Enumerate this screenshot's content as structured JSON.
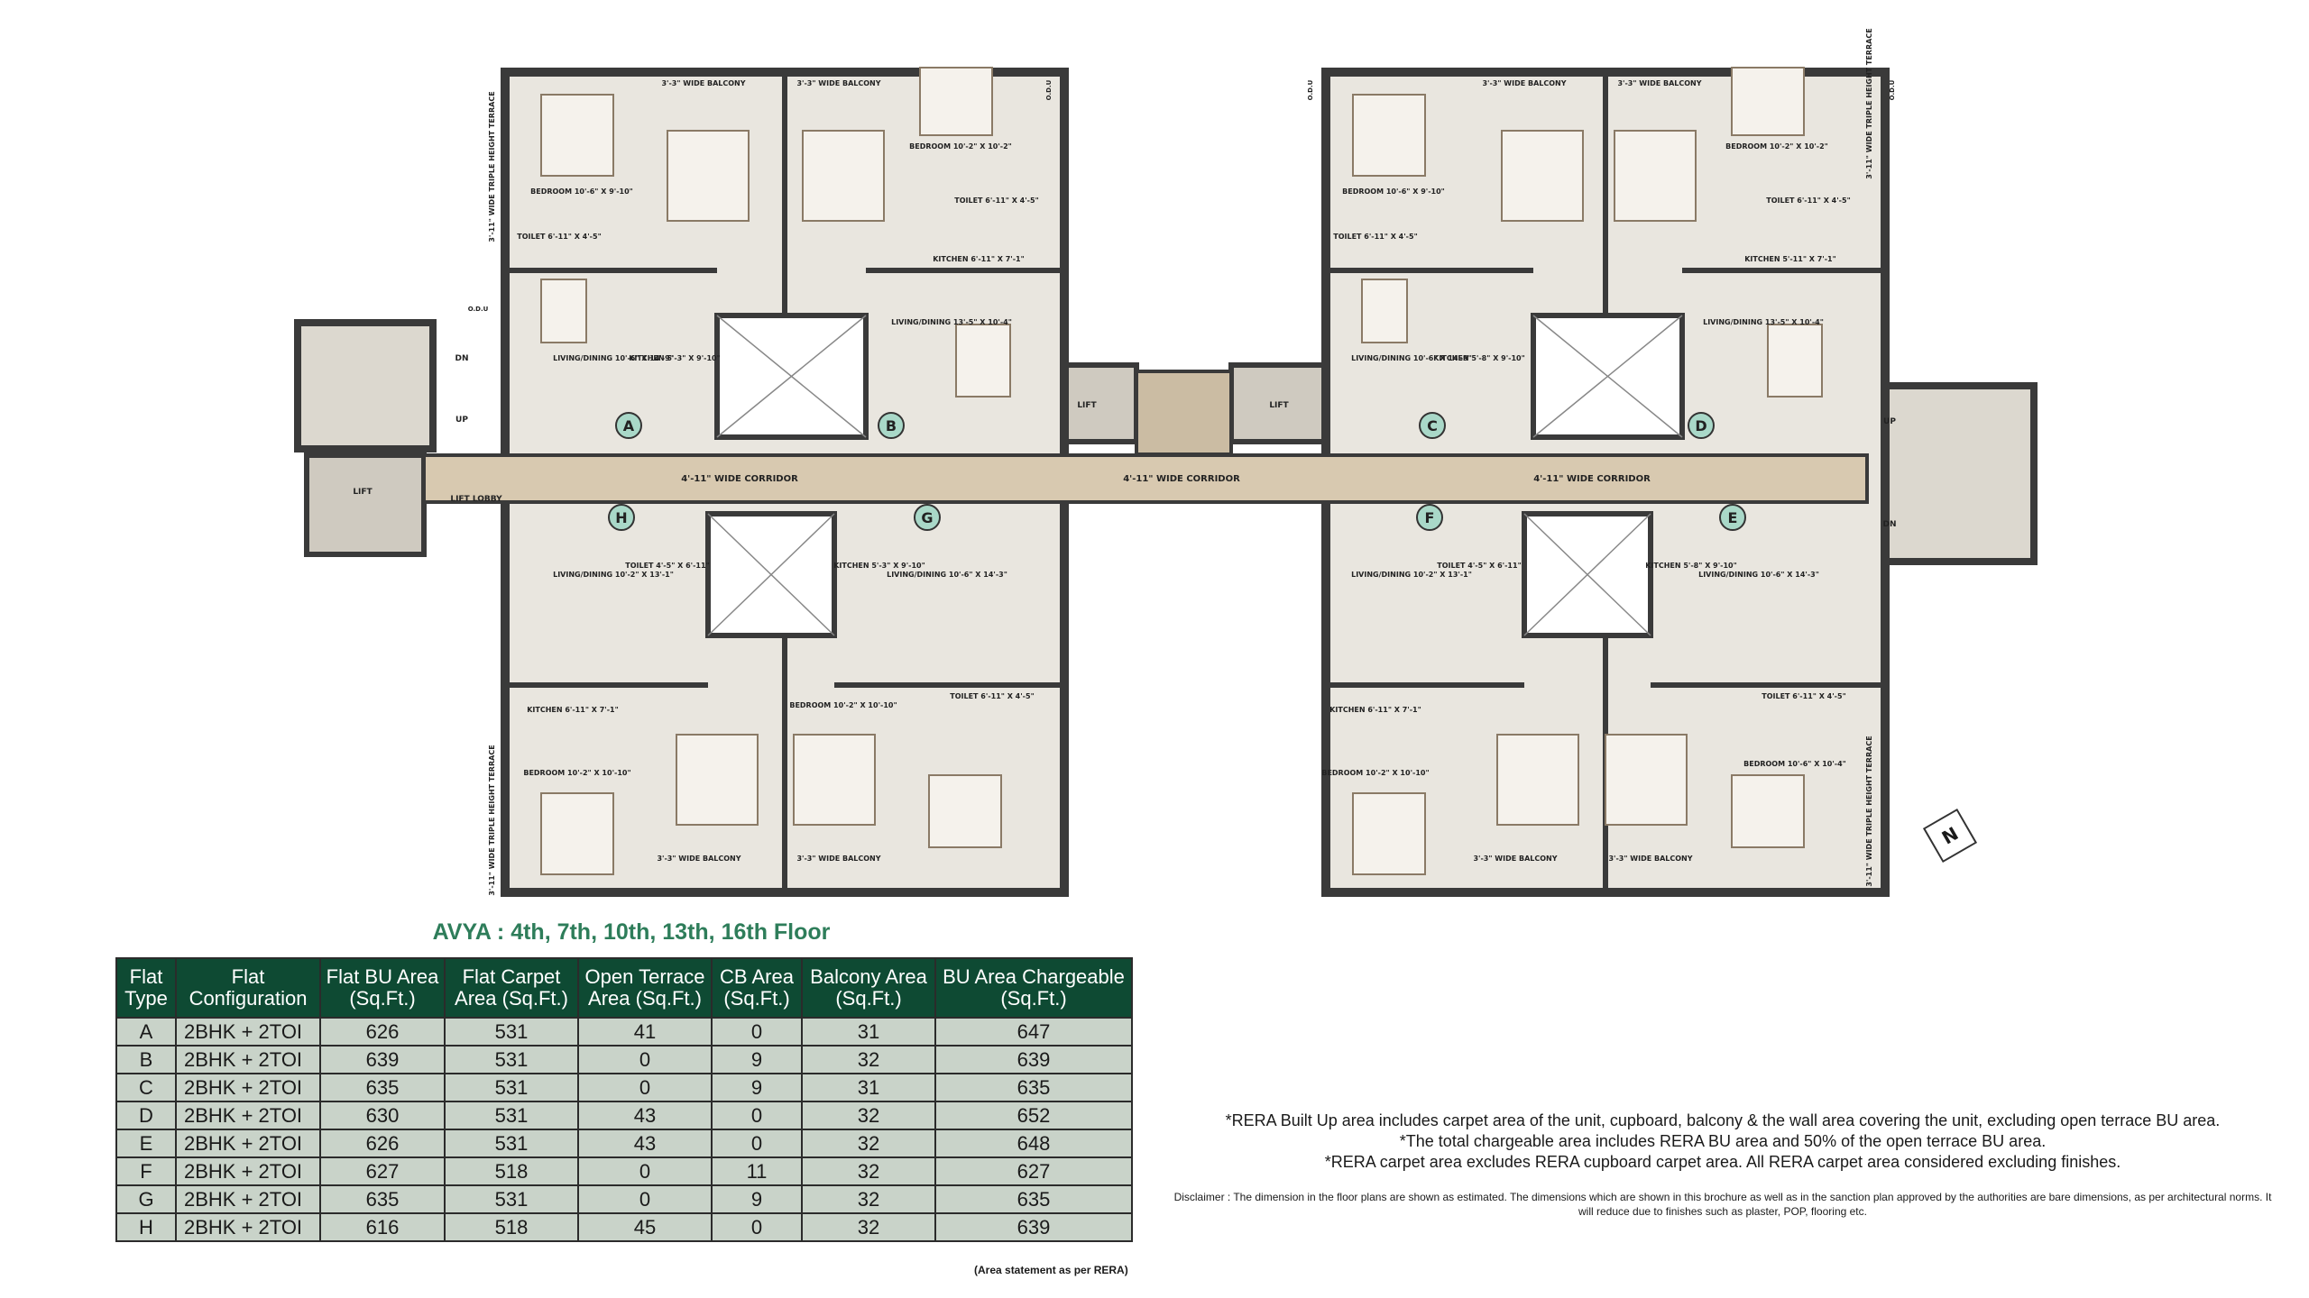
{
  "plan": {
    "corridors": {
      "left": "4'-11\" WIDE CORRIDOR",
      "center": "4'-11\" WIDE CORRIDOR",
      "right": "4'-11\" WIDE CORRIDOR"
    },
    "lift_label": "LIFT",
    "lift_lobby_label": "LIFT LOBBY",
    "stair_up": "UP",
    "stair_dn": "DN",
    "odu": "O.D.U",
    "terrace": "3'-11\" WIDE TRIPLE HEIGHT TERRACE",
    "balcony": "3'-3\" WIDE BALCONY",
    "units": [
      {
        "id": "A",
        "bedroom": "BEDROOM 10'-6\" X 9'-10\"",
        "living": "LIVING/DINING 10'-6\" X 14'-9\"",
        "kitchen": "KITCHEN 5'-3\" X 9'-10\"",
        "toilet": "TOILET 6'-11\" X 4'-5\""
      },
      {
        "id": "B",
        "bedroom": "BEDROOM 10'-2\" X 10'-2\"",
        "living": "LIVING/DINING 13'-5\" X 10'-4\"",
        "kitchen": "KITCHEN 6'-11\" X 7'-1\"",
        "toilet": "TOILET 6'-11\" X 4'-5\""
      },
      {
        "id": "C",
        "bedroom": "BEDROOM 10'-6\" X 9'-10\"",
        "living": "LIVING/DINING 10'-6\" X 14'-9\"",
        "kitchen": "KITCHEN 5'-8\" X 9'-10\"",
        "toilet": "TOILET 6'-11\" X 4'-5\""
      },
      {
        "id": "D",
        "bedroom": "BEDROOM 10'-2\" X 10'-2\"",
        "living": "LIVING/DINING 13'-5\" X 10'-4\"",
        "kitchen": "KITCHEN 5'-11\" X 7'-1\"",
        "toilet": "TOILET 6'-11\" X 4'-5\""
      },
      {
        "id": "E",
        "bedroom": "BEDROOM 10'-6\" X 10'-4\"",
        "living": "LIVING/DINING 10'-6\" X 14'-3\"",
        "kitchen": "KITCHEN 5'-8\" X 9'-10\"",
        "toilet": "TOILET 6'-11\" X 4'-5\""
      },
      {
        "id": "F",
        "bedroom": "BEDROOM 10'-2\" X 10'-10\"",
        "living": "LIVING/DINING 10'-2\" X 13'-1\"",
        "kitchen": "KITCHEN 6'-11\" X 7'-1\"",
        "toilet": "TOILET 4'-5\" X 6'-11\""
      },
      {
        "id": "G",
        "bedroom": "BEDROOM 10'-2\" X 10'-10\"",
        "living": "LIVING/DINING 10'-6\" X 14'-3\"",
        "kitchen": "KITCHEN 5'-3\" X 9'-10\"",
        "toilet": "TOILET 6'-11\" X 4'-5\""
      },
      {
        "id": "H",
        "bedroom": "BEDROOM 10'-2\" X 10'-10\"",
        "living": "LIVING/DINING 10'-2\" X 13'-1\"",
        "kitchen": "KITCHEN 6'-11\" X 7'-1\"",
        "toilet": "TOILET 4'-5\" X 6'-11\""
      }
    ],
    "north": "N"
  },
  "floor_title": "AVYA : 4th, 7th, 10th, 13th, 16th Floor",
  "table": {
    "headers": [
      "Flat Type",
      "Flat Configuration",
      "Flat BU Area (Sq.Ft.)",
      "Flat Carpet Area (Sq.Ft.)",
      "Open Terrace Area (Sq.Ft.)",
      "CB Area (Sq.Ft.)",
      "Balcony Area (Sq.Ft.)",
      "BU Area Chargeable (Sq.Ft.)"
    ],
    "rows": [
      [
        "A",
        "2BHK + 2TOI",
        "626",
        "531",
        "41",
        "0",
        "31",
        "647"
      ],
      [
        "B",
        "2BHK + 2TOI",
        "639",
        "531",
        "0",
        "9",
        "32",
        "639"
      ],
      [
        "C",
        "2BHK + 2TOI",
        "635",
        "531",
        "0",
        "9",
        "31",
        "635"
      ],
      [
        "D",
        "2BHK + 2TOI",
        "630",
        "531",
        "43",
        "0",
        "32",
        "652"
      ],
      [
        "E",
        "2BHK + 2TOI",
        "626",
        "531",
        "43",
        "0",
        "32",
        "648"
      ],
      [
        "F",
        "2BHK + 2TOI",
        "627",
        "518",
        "0",
        "11",
        "32",
        "627"
      ],
      [
        "G",
        "2BHK + 2TOI",
        "635",
        "531",
        "0",
        "9",
        "32",
        "635"
      ],
      [
        "H",
        "2BHK + 2TOI",
        "616",
        "518",
        "45",
        "0",
        "32",
        "639"
      ]
    ],
    "note": "(Area statement as per RERA)"
  },
  "notes": [
    "*RERA Built Up area includes carpet area of the unit, cupboard, balcony & the wall area covering the unit, excluding open terrace BU area.",
    "*The total chargeable area includes RERA BU area and 50% of the open terrace BU area.",
    "*RERA carpet area excludes RERA cupboard carpet area. All RERA carpet area considered excluding finishes."
  ],
  "disclaimer": "Disclaimer : The dimension in the floor plans are shown as estimated. The dimensions which are shown in this brochure as well as in the sanction plan approved by the authorities are bare dimensions, as per architectural norms. It will reduce due to finishes such as plaster, POP, flooring etc.",
  "colors": {
    "wall": "#3a3a3a",
    "floor": "#e9e6df",
    "corridor": "#d8c9b0",
    "title_green": "#2e7d5a",
    "table_header": "#0e4a33",
    "table_cell": "#c9d3c9",
    "unit_badge": "#a9d8c8"
  }
}
